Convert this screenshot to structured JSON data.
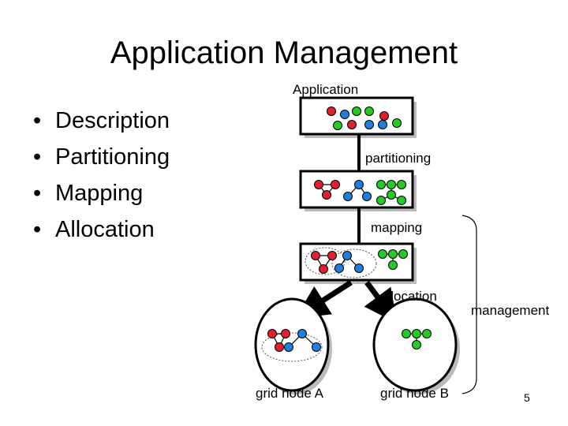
{
  "slide": {
    "title": "Application Management",
    "bullets": [
      "Description",
      "Partitioning",
      "Mapping",
      "Allocation"
    ],
    "page_number": "5"
  },
  "diagram": {
    "labels": {
      "application": "Application",
      "partitioning": "partitioning",
      "mapping": "mapping",
      "allocation": "allocation",
      "management": "management",
      "node_a": "grid node A",
      "node_b": "grid node B"
    },
    "colors": {
      "red": "#e0202a",
      "blue": "#1e7fe0",
      "green": "#22cc22"
    }
  }
}
